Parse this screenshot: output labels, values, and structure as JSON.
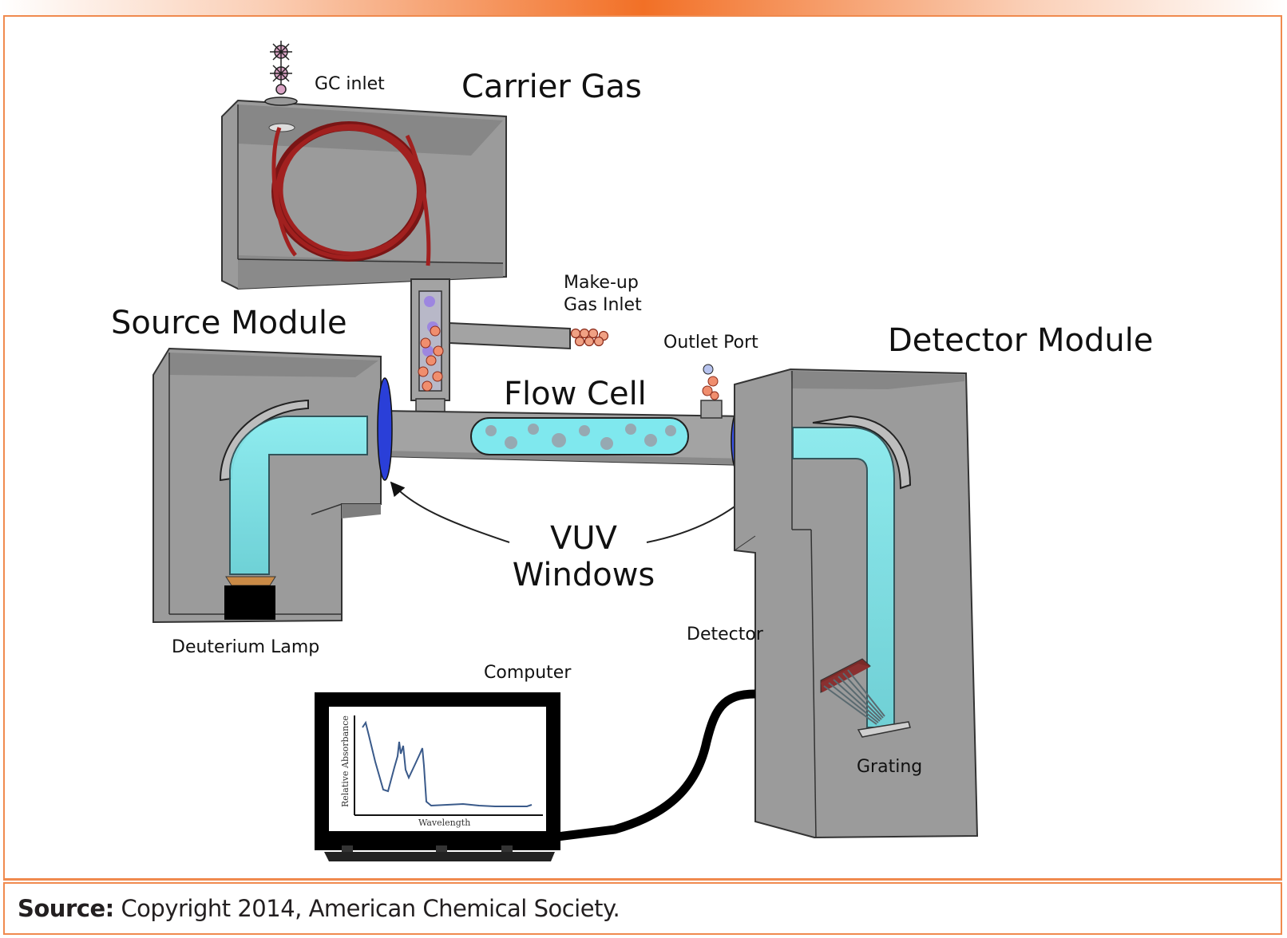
{
  "labels": {
    "gc_inlet": "GC inlet",
    "carrier_gas": "Carrier Gas",
    "makeup_line1": "Make-up",
    "makeup_line2": "Gas Inlet",
    "source_module": "Source Module",
    "outlet_port": "Outlet Port",
    "detector_module": "Detector Module",
    "flow_cell": "Flow Cell",
    "vuv_line1": "VUV",
    "vuv_line2": "Windows",
    "deuterium_lamp": "Deuterium Lamp",
    "detector": "Detector",
    "computer": "Computer",
    "grating": "Grating"
  },
  "screen_plot": {
    "ylabel": "Relative Absorbance",
    "xlabel": "Wavelength"
  },
  "footer": {
    "source_label": "Source:",
    "source_text": "Copyright 2014, American Chemical Society."
  },
  "colors": {
    "accent_orange": "#f08a4e",
    "module_gray": "#9a9a9a",
    "light_beam": "#7fe8ee",
    "window_blue": "#2a3fd8",
    "column_red": "#a1201f"
  }
}
